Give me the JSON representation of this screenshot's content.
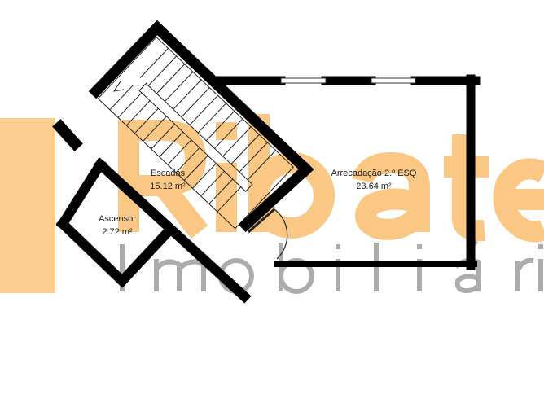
{
  "rooms": [
    {
      "name": "Escadas",
      "area": "15.12 m²"
    },
    {
      "name": "Ascensor",
      "area": "2.72 m²"
    },
    {
      "name": "Arrecadação 2.º ESQ",
      "area": "23.64 m²"
    }
  ],
  "watermark": {
    "brand": "Ribate",
    "subtitle": "Imobiliári",
    "brand_color": "#f7a534",
    "subtitle_color": "#8a8a8a"
  }
}
